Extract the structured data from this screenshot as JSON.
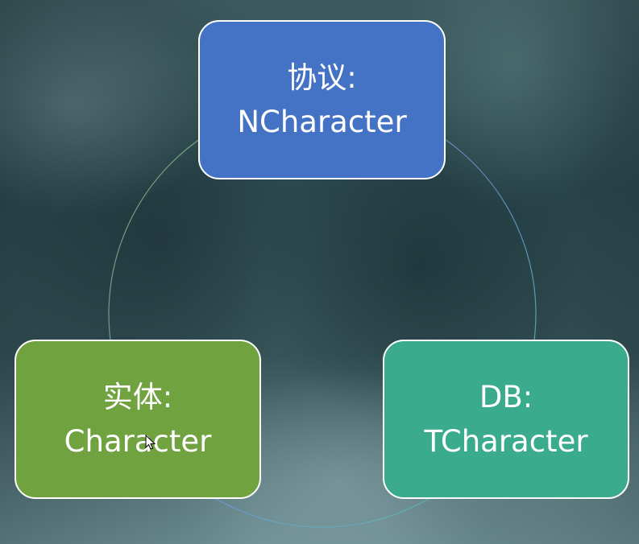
{
  "nodes": {
    "protocol": {
      "label": "协议:",
      "name": "NCharacter",
      "color": "#4472c4"
    },
    "entity": {
      "label": "实体:",
      "name": "Character",
      "color": "#70a240"
    },
    "db": {
      "label": "DB:",
      "name": "TCharacter",
      "color": "#3aab8c"
    }
  },
  "connector": {
    "style": "thin circular ring linking the three nodes"
  }
}
